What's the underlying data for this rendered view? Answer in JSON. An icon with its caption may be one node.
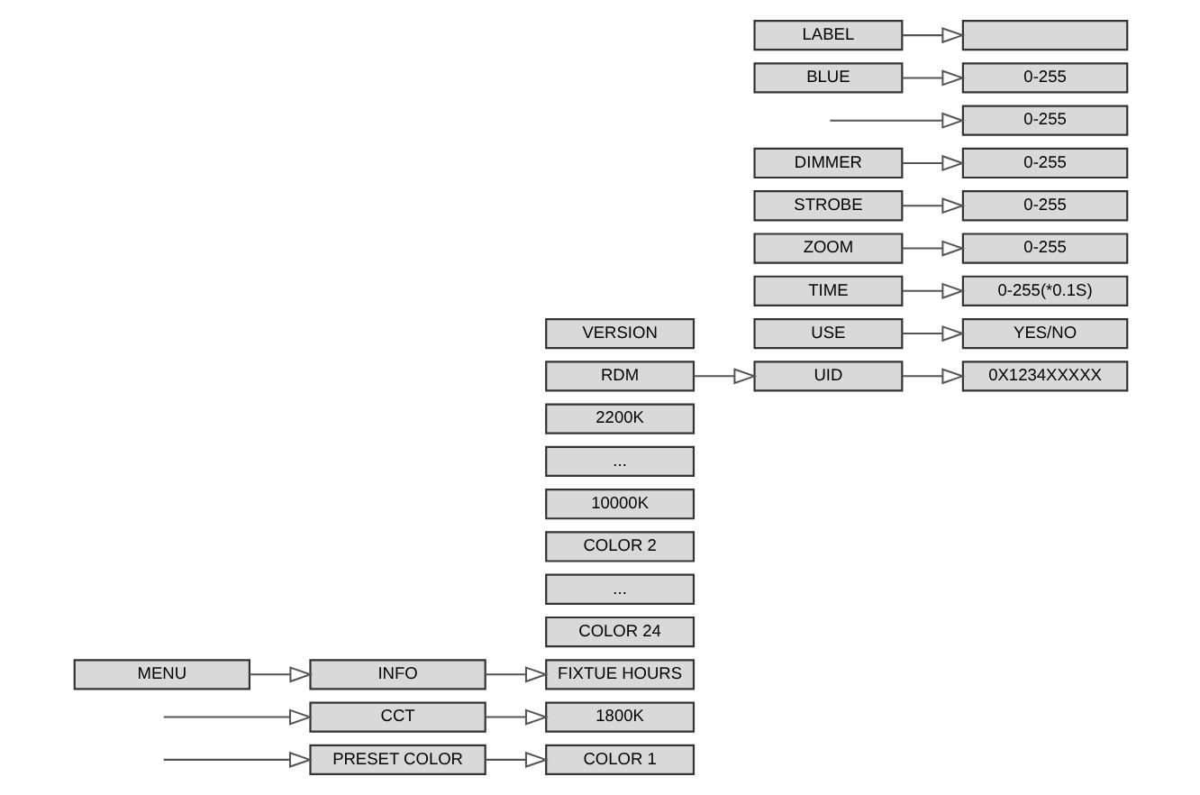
{
  "diagram": {
    "nodes": [
      {
        "text": [
          "MENU"
        ]
      },
      {
        "text": [
          "INFO"
        ]
      },
      {
        "text": [
          "FIXTUE HOURS"
        ]
      },
      {
        "text": [
          "VERSION"
        ]
      },
      {
        "text": [
          "RDM"
        ]
      },
      {
        "text": [
          "UID"
        ]
      },
      {
        "text": [
          "0X1234XXXXX"
        ]
      },
      {
        "text": [
          "LABEL"
        ]
      },
      {
        "text": [],
        "shape": "box"
      },
      {
        "text": [
          "CCT"
        ]
      },
      {
        "text": [
          "1800K"
        ]
      },
      {
        "text": [
          "BLUE"
        ]
      },
      {
        "text": [
          "0-255"
        ]
      },
      {
        "text": [
          "2200K"
        ]
      },
      {
        "text": [
          "0-255"
        ]
      },
      {
        "text": [
          "..."
        ]
      },
      {
        "text": [
          "DIMMER"
        ]
      },
      {
        "text": [
          "0-255"
        ]
      },
      {
        "text": [
          "10000K"
        ]
      },
      {
        "text": [
          "STROBE"
        ]
      },
      {
        "text": [
          "0-255"
        ]
      },
      {
        "text": [
          "ZOOM"
        ]
      },
      {
        "text": [
          "0-255"
        ]
      },
      {
        "text": [
          "TIME"
        ]
      },
      {
        "text": [
          "0-255(*0.1S)"
        ]
      },
      {
        "text": [
          "USE"
        ]
      },
      {
        "text": [
          "YES/NO"
        ]
      },
      {
        "text": [
          "PRESET COLOR"
        ]
      },
      {
        "text": [
          "COLOR 1"
        ]
      },
      {
        "text": [
          "COLOR 2"
        ]
      },
      {
        "text": [
          "..."
        ]
      },
      {
        "text": [
          "COLOR 24"
        ]
      }
    ],
    "edges": [
      {
        "from": 0,
        "to": 1,
        "arrow": "to"
      },
      {
        "from": 1,
        "to": 2,
        "arrow": "to"
      },
      {
        "from": 4,
        "to": 5,
        "arrow": "to"
      },
      {
        "from": 5,
        "to": 6,
        "arrow": "to"
      },
      {
        "from": 7,
        "to": 8,
        "arrow": "to"
      },
      {
        "from": null,
        "to": 9,
        "arrow": "to"
      },
      {
        "from": 9,
        "to": 10,
        "arrow": "to"
      },
      {
        "from": 11,
        "to": 12,
        "arrow": "to"
      },
      {
        "from": null,
        "to": 14,
        "arrow": "to"
      },
      {
        "from": 16,
        "to": 17,
        "arrow": "to"
      },
      {
        "from": 19,
        "to": 20,
        "arrow": "to"
      },
      {
        "from": 21,
        "to": 22,
        "arrow": "to"
      },
      {
        "from": 23,
        "to": 24,
        "arrow": "to"
      },
      {
        "from": 25,
        "to": 26,
        "arrow": "to"
      },
      {
        "from": null,
        "to": 27,
        "arrow": "to"
      },
      {
        "from": 27,
        "to": 28,
        "arrow": "to"
      }
    ]
  }
}
